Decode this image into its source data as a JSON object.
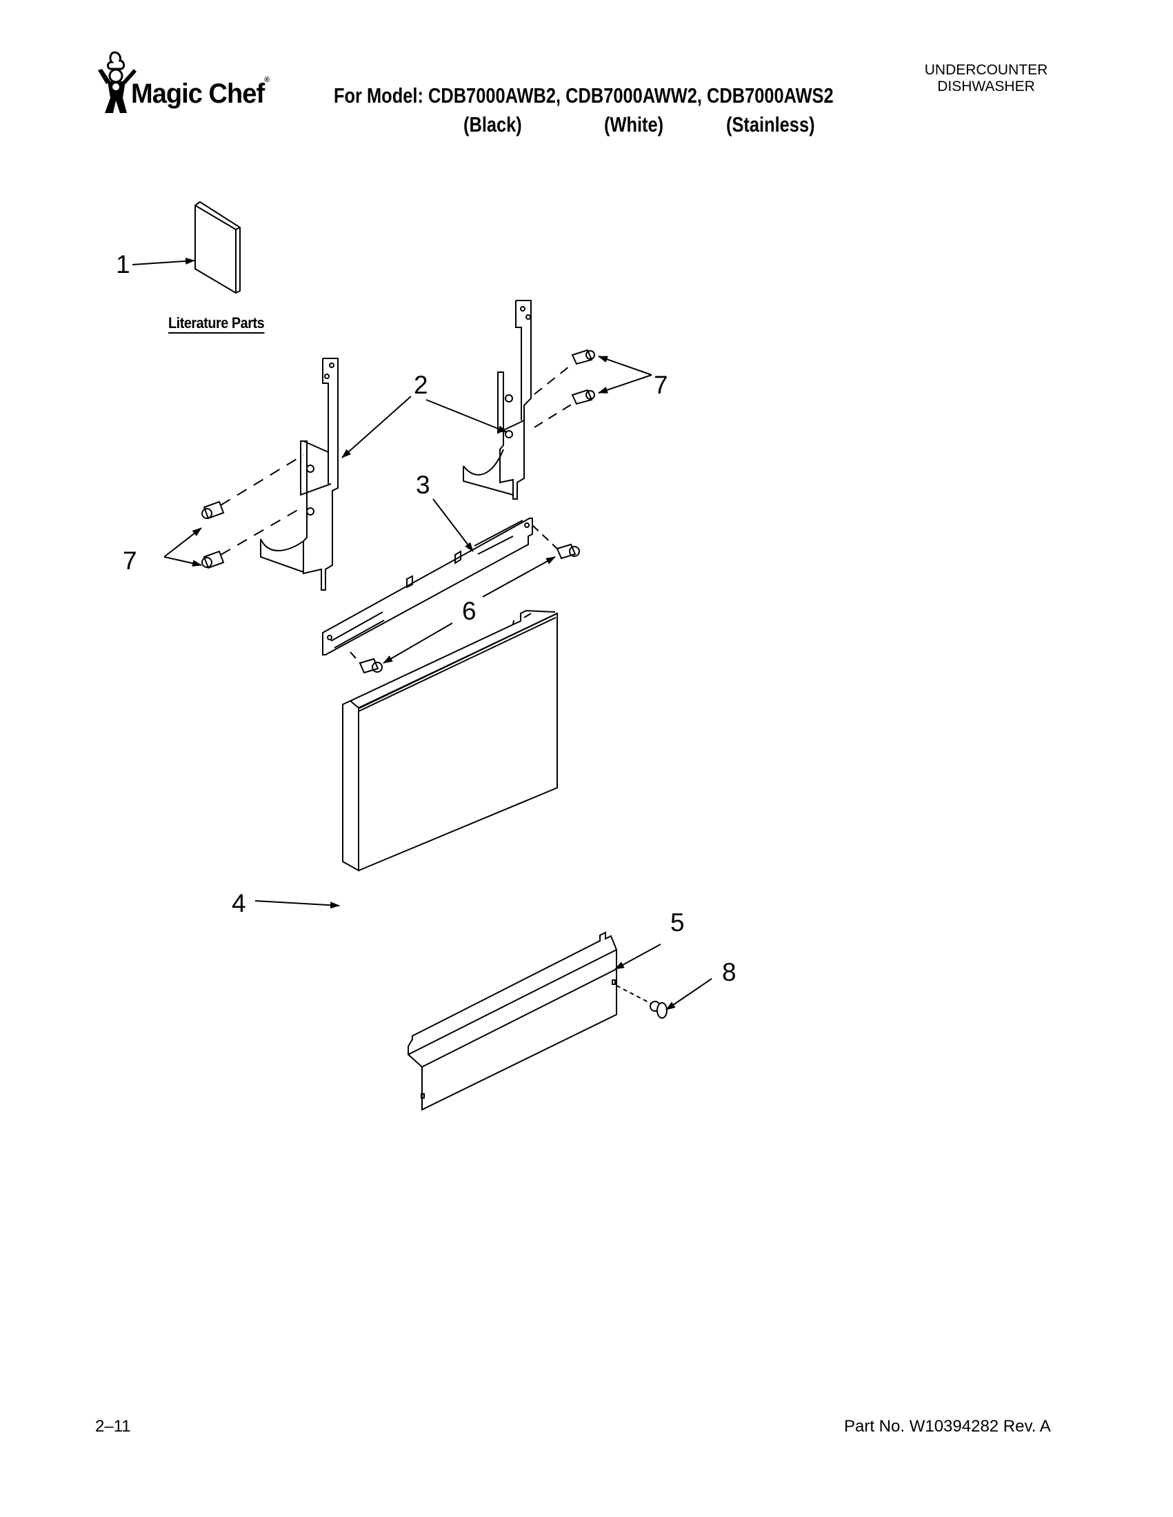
{
  "header": {
    "brand": "Magic Chef",
    "brand_mark": "®",
    "model_prefix": "For Model:",
    "models": "CDB7000AWB2, CDB7000AWW2, CDB7000AWS2",
    "variants": [
      "(Black)",
      "(White)",
      "(Stainless)"
    ],
    "doc_type_line1": "UNDERCOUNTER",
    "doc_type_line2": "DISHWASHER"
  },
  "diagram": {
    "literature_label": "Literature Parts",
    "callouts": [
      {
        "id": "1",
        "label": "1",
        "part": "literature"
      },
      {
        "id": "2",
        "label": "2",
        "part": "hinge-bracket"
      },
      {
        "id": "3",
        "label": "3",
        "part": "mounting-bracket"
      },
      {
        "id": "4",
        "label": "4",
        "part": "door-panel"
      },
      {
        "id": "5",
        "label": "5",
        "part": "toe-kick-panel"
      },
      {
        "id": "6",
        "label": "6",
        "part": "bracket-screw"
      },
      {
        "id": "7a",
        "label": "7",
        "part": "hinge-screw-right"
      },
      {
        "id": "7b",
        "label": "7",
        "part": "hinge-screw-left"
      },
      {
        "id": "8",
        "label": "8",
        "part": "toe-kick-screw"
      }
    ]
  },
  "footer": {
    "page": "2–11",
    "part_no": "Part No. W10394282 Rev. A"
  }
}
